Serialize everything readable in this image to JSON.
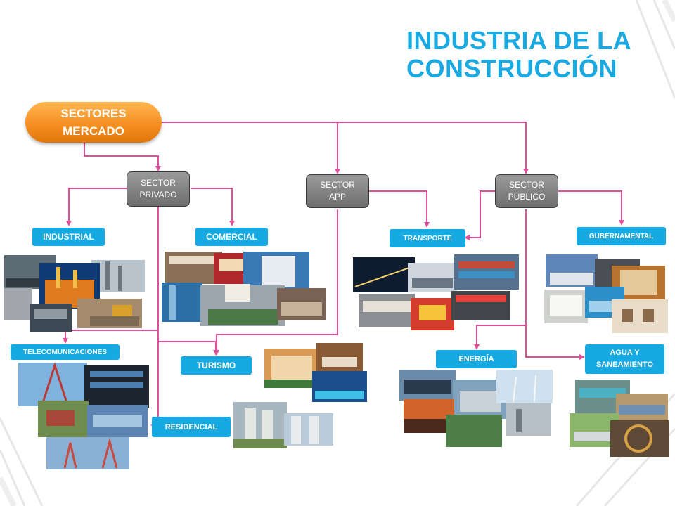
{
  "title": {
    "line1": "INDUSTRIA DE LA",
    "line2": "CONSTRUCCIÓN"
  },
  "root": {
    "line1": "SECTORES",
    "line2": "MERCADO"
  },
  "sectors": {
    "privado": {
      "line1": "SECTOR",
      "line2": "PRIVADO"
    },
    "app": {
      "line1": "SECTOR",
      "line2": "APP"
    },
    "publico": {
      "line1": "SECTOR",
      "line2": "PÚBLICO"
    }
  },
  "categories": {
    "industrial": "INDUSTRIAL",
    "comercial": "COMERCIAL",
    "transporte": "TRANSPORTE",
    "gubernamental": "GUBERNAMENTAL",
    "telecomunicaciones": "TELECOMUNICACIONES",
    "turismo": "TURISMO",
    "residencial": "RESIDENCIAL",
    "energia": "ENERGÍA",
    "agua": {
      "line1": "AGUA Y",
      "line2": "SANEAMIENTO"
    }
  },
  "colors": {
    "title": "#1aa9e0",
    "connector": "#e0509a",
    "category_box": "#17a9e1",
    "root_pill": "#f48c1e",
    "sector_box": "#808080"
  }
}
